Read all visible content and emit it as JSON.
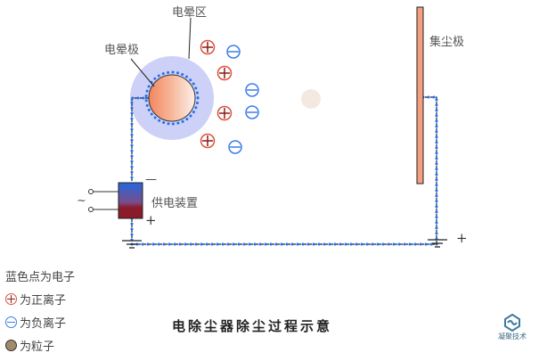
{
  "labels": {
    "corona_zone": "电晕区",
    "corona_electrode": "电晕极",
    "collector_plate": "集尘极",
    "power_supply": "供电装置",
    "ac_symbol": "~",
    "minus_sign": "—",
    "plus_sign": "+",
    "ground_plus": "+"
  },
  "legend": {
    "heading": "蓝色点为电子",
    "items": [
      {
        "icon": "positive-ion-icon",
        "label": "为正离子"
      },
      {
        "icon": "negative-ion-icon",
        "label": "为负离子"
      },
      {
        "icon": "particle-icon",
        "label": "为粒子"
      }
    ]
  },
  "title": "电除尘器除尘过程示意",
  "watermark": "凝聚技术",
  "colors": {
    "electron": "#1f6ff0",
    "positive": "#e0503a",
    "negative": "#3a7ee8",
    "halo": "#cdd0f7",
    "plate": "#f4a080"
  }
}
